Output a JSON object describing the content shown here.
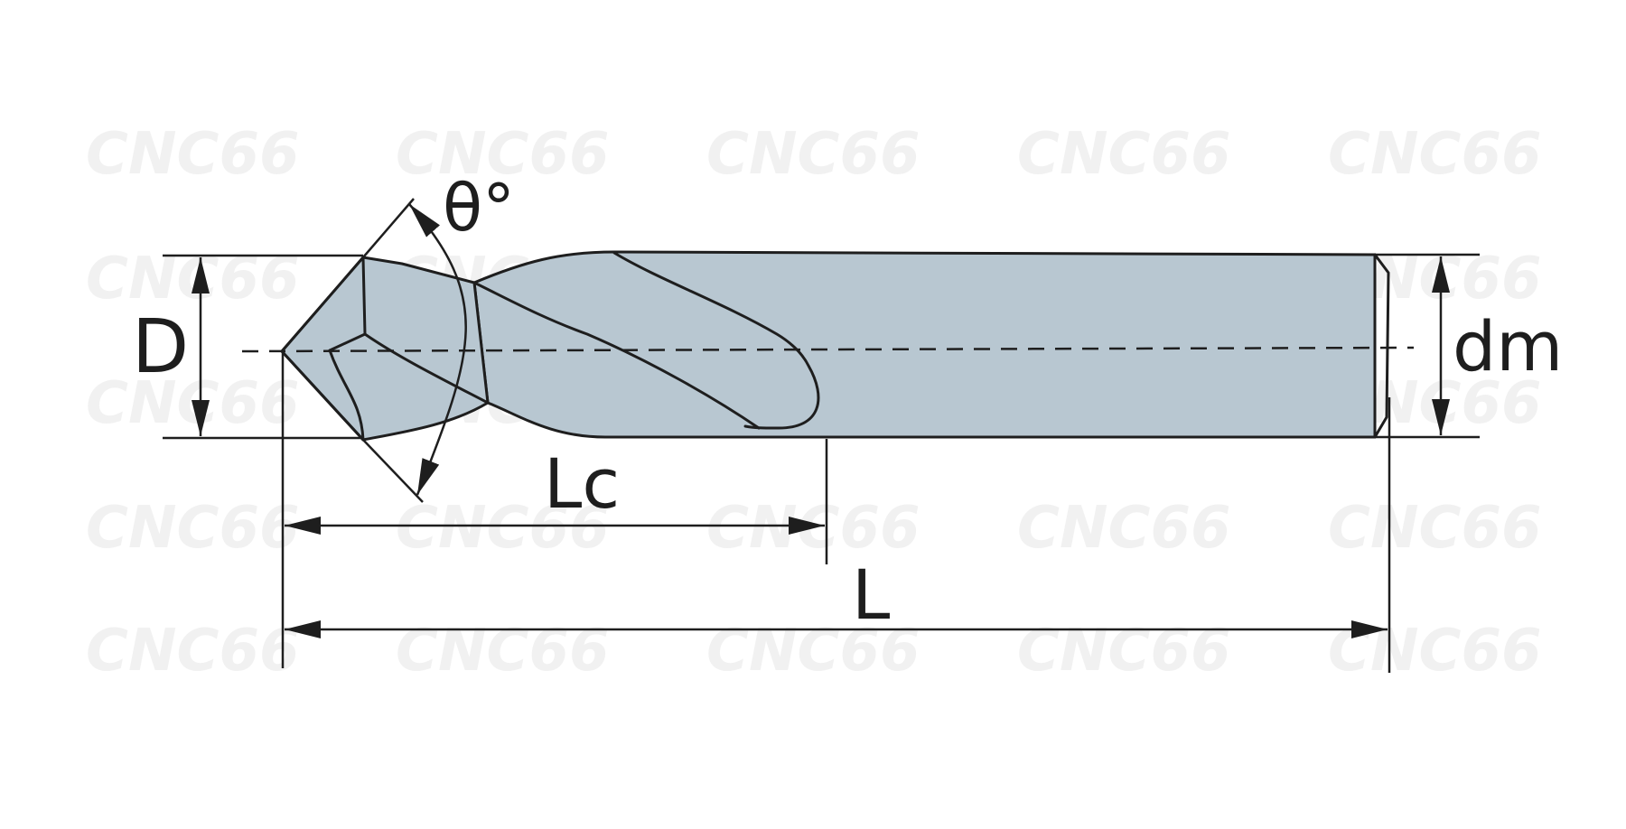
{
  "diagram": {
    "labels": {
      "diameter": "D",
      "shank_diameter": "dm",
      "cutting_length": "Lc",
      "overall_length": "L",
      "angle": "θ°"
    },
    "watermark": {
      "text": "CNC66",
      "color": "#f1f1f1",
      "accent": "#fdf3e6"
    },
    "colors": {
      "tool_body": "#b8c7d1",
      "outline": "#1e1e1e"
    }
  }
}
